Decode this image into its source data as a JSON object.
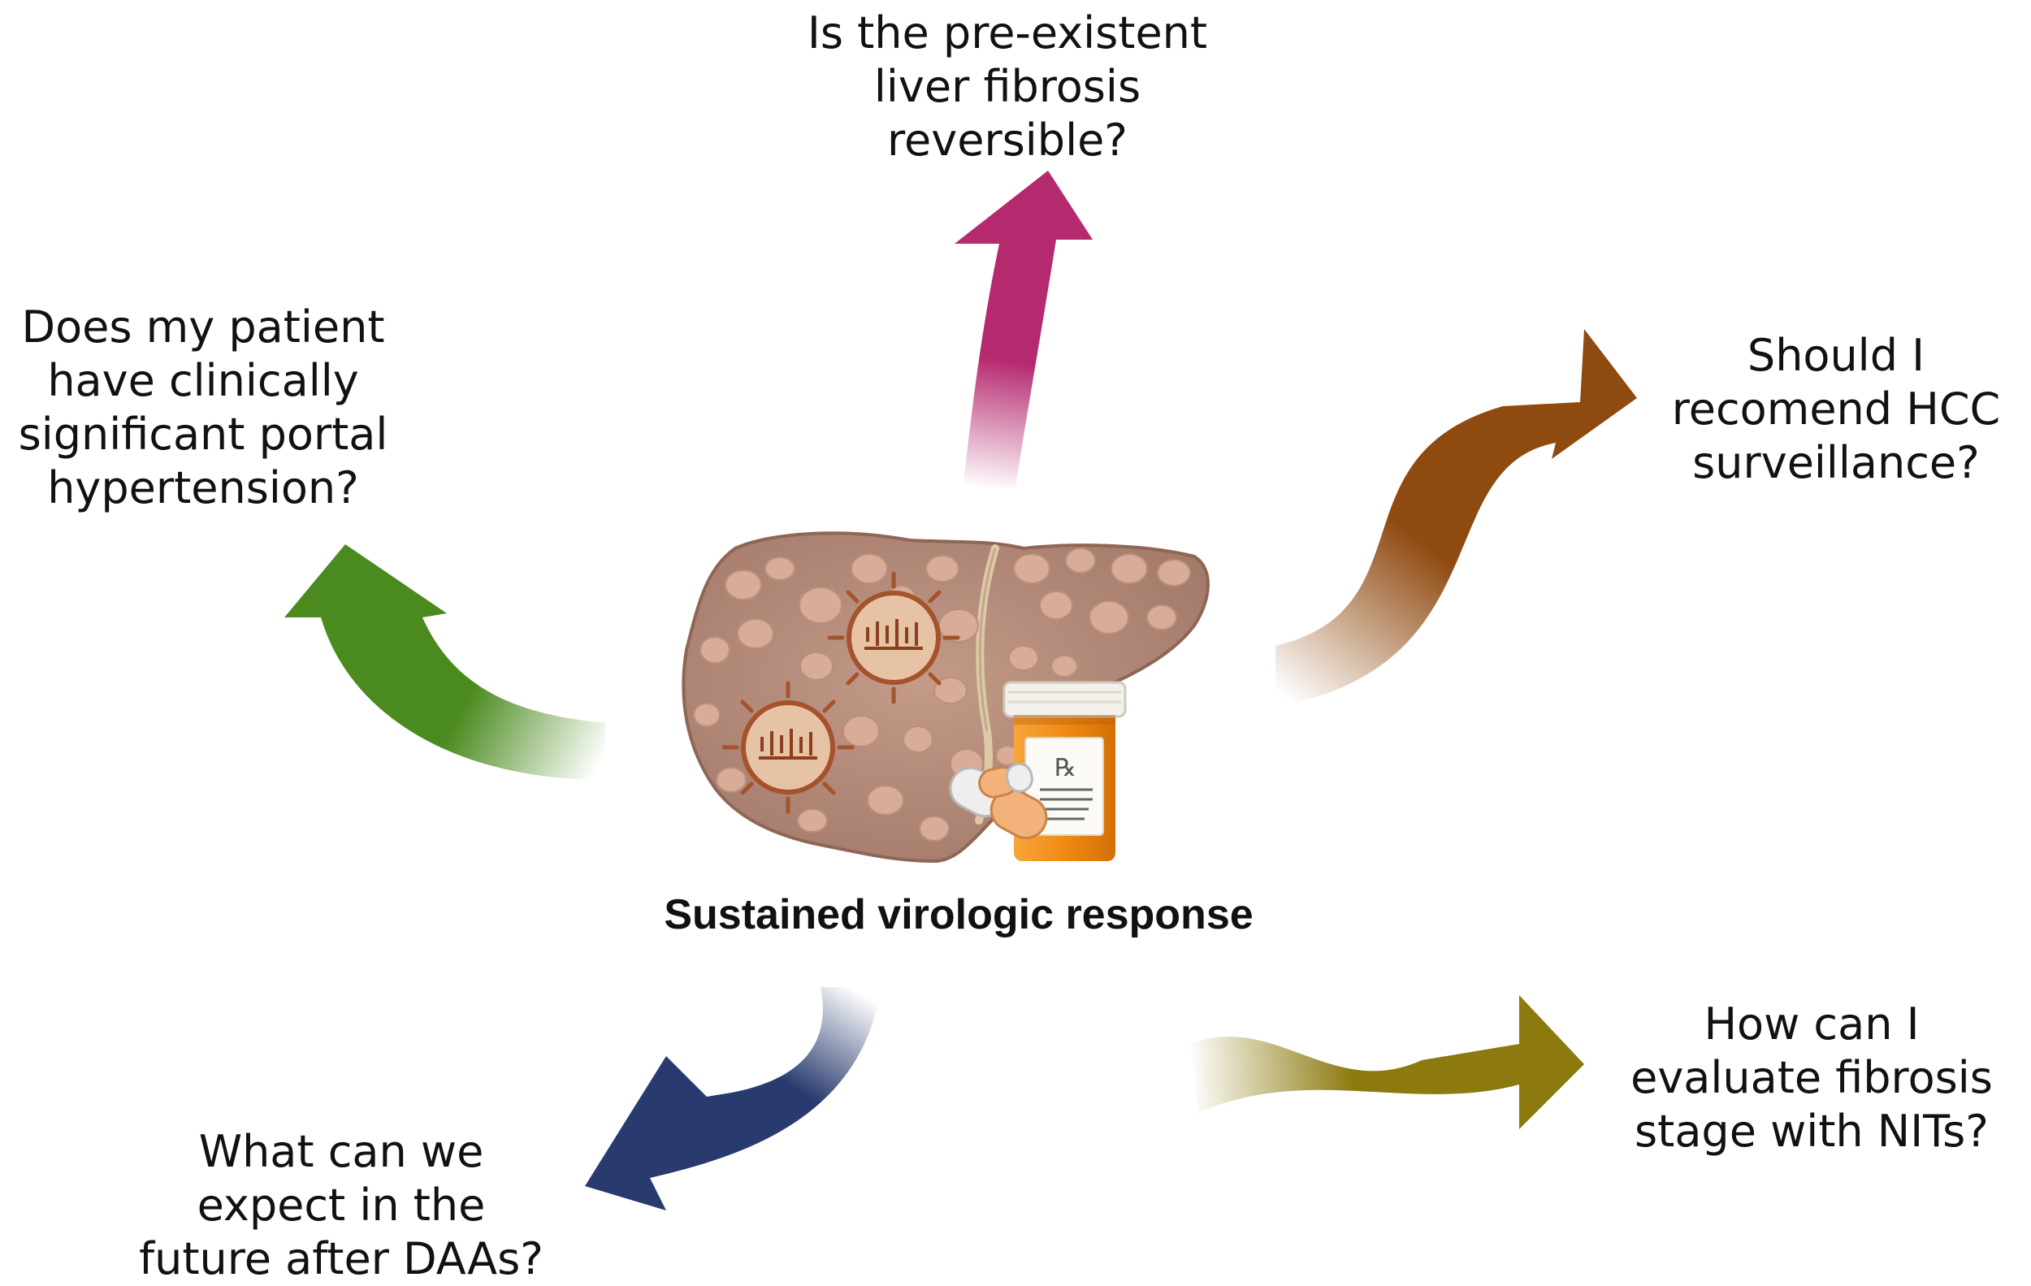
{
  "questions": {
    "top": [
      "Is the pre-existent",
      "liver fibrosis",
      "reversible?"
    ],
    "left": [
      "Does my patient",
      "have clinically",
      "significant portal",
      "hypertension?"
    ],
    "right": [
      "Should I",
      "recomend HCC",
      "surveillance?"
    ],
    "bottom_right": [
      "How can I",
      "evaluate fibrosis",
      "stage with NITs?"
    ],
    "bottom_left": [
      "What can we",
      "expect in the",
      "future after DAAs?"
    ]
  },
  "center_label": "Sustained virologic response",
  "prescription_symbol": "℞",
  "colors": {
    "arrow_top": "#b5296f",
    "arrow_left": "#4a8a1e",
    "arrow_right": "#8f4a10",
    "arrow_bottom_right": "#8c7a0e",
    "arrow_bottom_left": "#283a6e",
    "liver": "#b48a76",
    "pill_bottle": "#f08a12"
  },
  "icons": [
    "liver-icon",
    "virus-icon",
    "pill-bottle-icon",
    "capsule-icon"
  ]
}
